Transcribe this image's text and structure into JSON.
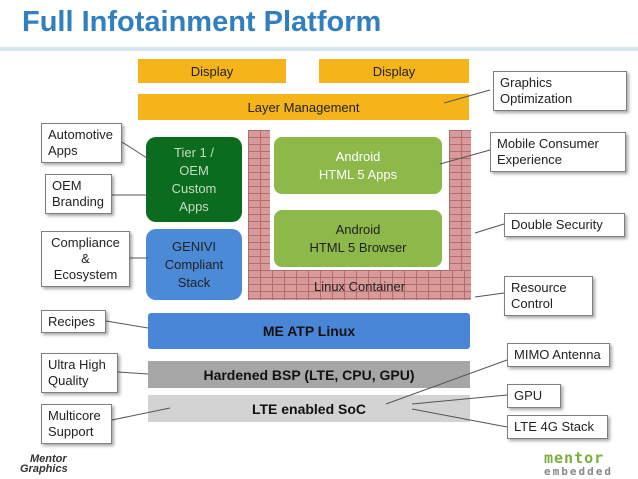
{
  "title": "Full Infotainment Platform",
  "stack": {
    "display_left": "Display",
    "display_right": "Display",
    "layer_management": "Layer Management",
    "tier1_box": [
      "Tier 1 /",
      "OEM",
      "Custom",
      "Apps"
    ],
    "genivi_box": [
      "GENIVI",
      "Compliant",
      "Stack"
    ],
    "android_apps": [
      "Android",
      "HTML 5 Apps"
    ],
    "android_browser": [
      "Android",
      "HTML 5 Browser"
    ],
    "linux_container": "Linux Container",
    "me_atp_linux": "ME ATP  Linux",
    "hardened_bsp": "Hardened BSP (LTE, CPU, GPU)",
    "lte_soc": "LTE enabled SoC"
  },
  "callouts_left": {
    "automotive_apps": [
      "Automotive",
      "Apps"
    ],
    "oem_branding": [
      "OEM",
      "Branding"
    ],
    "compliance": [
      "Compliance",
      "&",
      "Ecosystem"
    ],
    "recipes": "Recipes",
    "ultra_high_quality": [
      "Ultra High",
      "Quality"
    ],
    "multicore_support": [
      "Multicore",
      "Support"
    ]
  },
  "callouts_right": {
    "graphics_optimization": [
      "Graphics",
      "Optimization"
    ],
    "mobile_consumer": [
      "Mobile Consumer",
      "Experience"
    ],
    "double_security": "Double Security",
    "resource_control": [
      "Resource",
      "Control"
    ],
    "mimo_antenna": "MIMO Antenna",
    "gpu": "GPU",
    "lte_4g_stack": "LTE 4G Stack"
  },
  "logos": {
    "left": [
      "Mentor",
      "Graphics"
    ],
    "right": [
      "mentor",
      "embedded"
    ]
  },
  "colors": {
    "title": "#2f7fc1",
    "display": "#f4b41a",
    "tier1": "#0b6b1f",
    "genivi": "#4a8ad6",
    "android": "#8db84a",
    "me_atp": "#4a86d8",
    "bsp": "#a6a6a6",
    "soc": "#d3d3d3"
  }
}
